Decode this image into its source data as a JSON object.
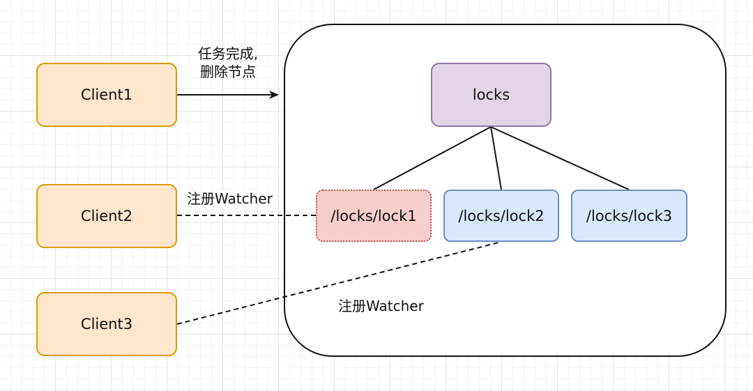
{
  "diagram": {
    "clients": [
      {
        "label": "Client1"
      },
      {
        "label": "Client2"
      },
      {
        "label": "Client3"
      }
    ],
    "locks_root": {
      "label": "locks"
    },
    "lock_children": [
      {
        "label": "/locks/lock1"
      },
      {
        "label": "/locks/lock2"
      },
      {
        "label": "/locks/lock3"
      }
    ],
    "edge_labels": {
      "task_complete_line1": "任务完成,",
      "task_complete_line2": "删除节点",
      "register_watcher_1": "注册Watcher",
      "register_watcher_2": "注册Watcher"
    },
    "colors": {
      "client_fill": "#ffe6cc",
      "client_border": "#d79b00",
      "root_fill": "#e1d5e7",
      "root_border": "#9673a6",
      "lock1_fill": "#f8cecc",
      "lock1_border": "#b85450",
      "lock_fill": "#dae8fc",
      "lock_border": "#6c8ebf"
    }
  }
}
